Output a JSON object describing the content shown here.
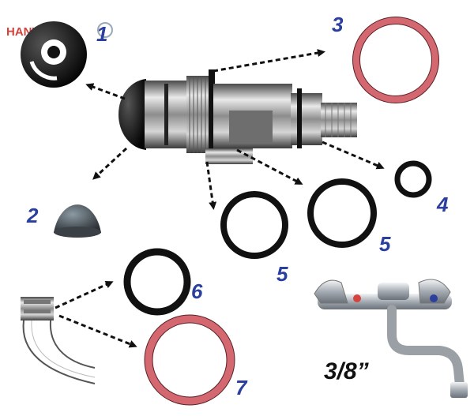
{
  "brand": "HANTMAN",
  "size_label": "3/8”",
  "parts": [
    {
      "number": "1"
    },
    {
      "number": "2"
    },
    {
      "number": "3"
    },
    {
      "number": "4"
    },
    {
      "number": "5"
    },
    {
      "number": "5"
    },
    {
      "number": "6"
    },
    {
      "number": "7"
    }
  ],
  "colors": {
    "label_blue": "#2a3f9e",
    "red_ring": "#d46870",
    "black_ring": "#111111",
    "brand_red": "#d5433c"
  }
}
